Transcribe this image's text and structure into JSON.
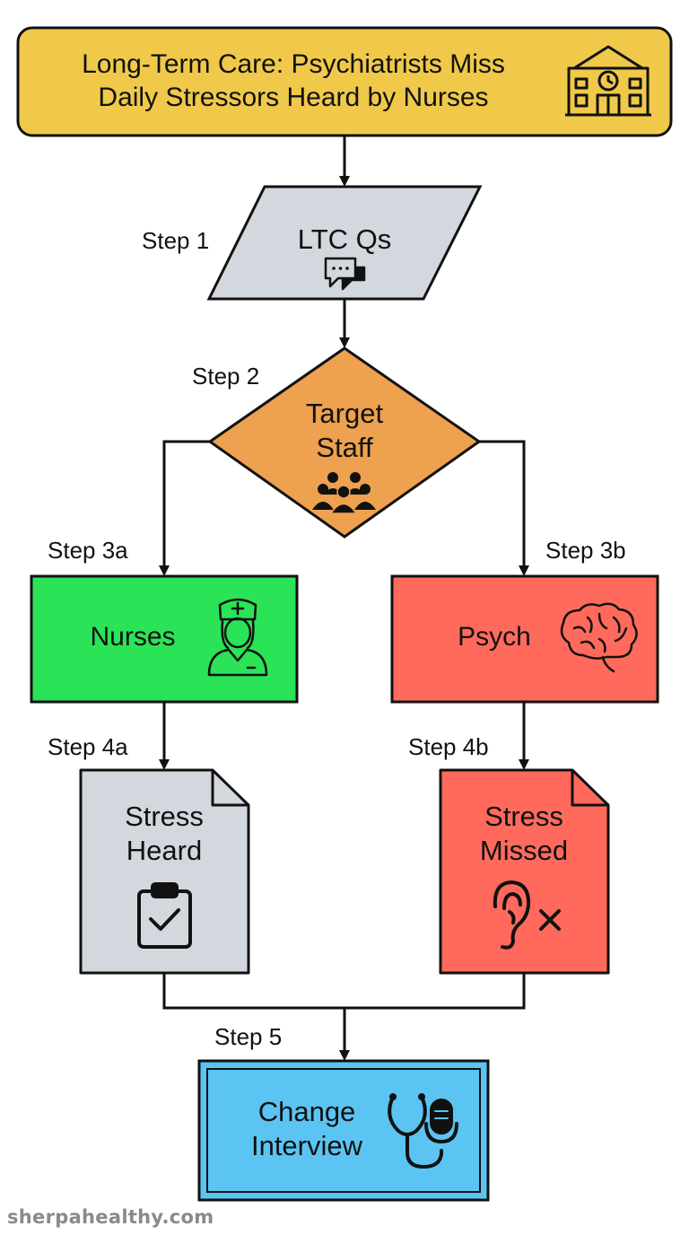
{
  "title": {
    "line1": "Long-Term Care: Psychiatrists Miss",
    "line2": "Daily Stressors Heard by Nurses"
  },
  "steps": {
    "s1": "Step 1",
    "s2": "Step 2",
    "s3a": "Step 3a",
    "s3b": "Step 3b",
    "s4a": "Step 4a",
    "s4b": "Step 4b",
    "s5": "Step 5"
  },
  "nodes": {
    "ltc": "LTC Qs",
    "target_line1": "Target",
    "target_line2": "Staff",
    "nurses": "Nurses",
    "psych": "Psych",
    "heard_line1": "Stress",
    "heard_line2": "Heard",
    "missed_line1": "Stress",
    "missed_line2": "Missed",
    "change_line1": "Change",
    "change_line2": "Interview"
  },
  "icons": {
    "title": "building-clock-icon",
    "ltc": "chat-bubbles-icon",
    "target": "staff-group-icon",
    "nurses": "nurse-icon",
    "psych": "brain-icon",
    "heard": "clipboard-check-icon",
    "missed": "ear-x-icon",
    "change": "stethoscope-mic-icon"
  },
  "colors": {
    "title_fill": "#F0C94A",
    "parallelogram_fill": "#D3D7DE",
    "diamond_fill": "#EEA14E",
    "nurses_fill": "#2BE356",
    "psych_fill": "#FF6A5C",
    "heard_fill": "#D3D7DE",
    "missed_fill": "#FF6A5C",
    "change_fill": "#5BC4F2"
  },
  "footer": "sherpahealthy.com"
}
